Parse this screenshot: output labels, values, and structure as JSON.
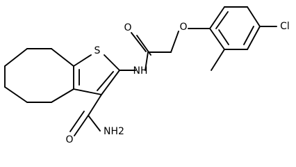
{
  "molecule": {
    "atom_labels": {
      "sulfur": "S",
      "amide_nitrogen": "NH",
      "acyl_oxygen": "O",
      "ether_oxygen": "O",
      "chlorine": "Cl",
      "carboxamide_oxygen": "O",
      "carboxamide_nitrogen": "NH2"
    }
  }
}
